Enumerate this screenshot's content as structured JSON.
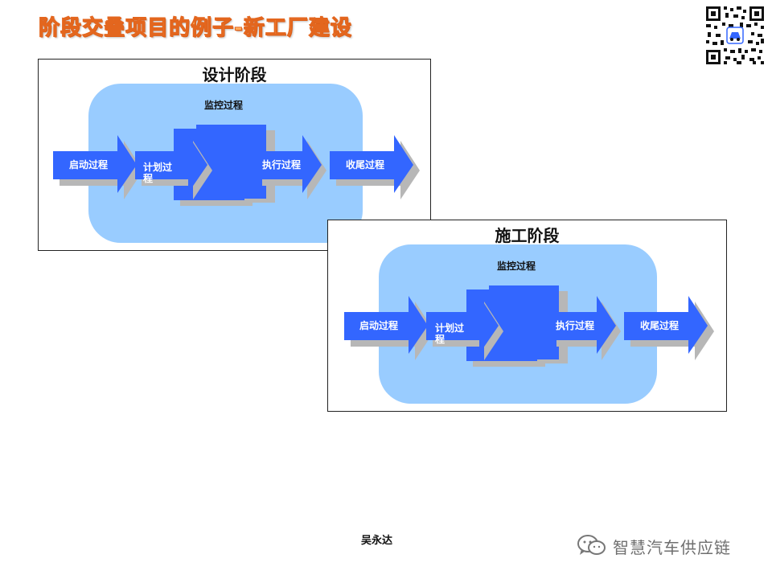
{
  "page": {
    "title": "阶段交叠项目的例子-新工厂建设"
  },
  "panels": [
    {
      "title": "设计阶段",
      "monitor_label": "监控过程",
      "initiating_label": "启动过程",
      "planning_label": "计划过\n程",
      "executing_label": "执行过程",
      "closing_label": "收尾过程"
    },
    {
      "title": "施工阶段",
      "monitor_label": "监控过程",
      "initiating_label": "启动过程",
      "planning_label": "计划过\n程",
      "executing_label": "执行过程",
      "closing_label": "收尾过程"
    }
  ],
  "footer": {
    "author": "吴永达",
    "watermark": "智慧汽车供应链"
  },
  "icons": {
    "qr": "qr-code-icon",
    "wechat": "wechat-icon"
  },
  "colors": {
    "title_fill": "#ffb060",
    "title_outline": "#e3661e",
    "panel_background": "#99ccff",
    "process_blue": "#3366ff",
    "shadow_gray": "#b7b7b7"
  }
}
